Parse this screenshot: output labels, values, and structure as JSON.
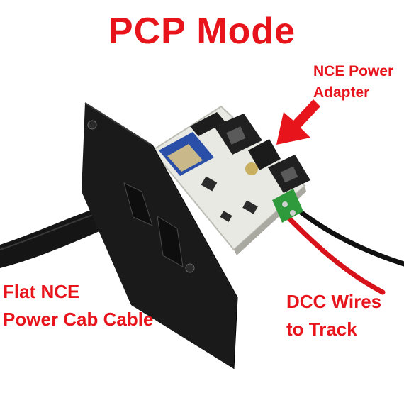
{
  "title": "PCP Mode",
  "callouts": {
    "nce_power_adapter": {
      "line1": "NCE Power",
      "line2": "Adapter"
    },
    "flat_cable": {
      "line1": "Flat NCE",
      "line2": "Power Cab Cable"
    },
    "dcc_wires": {
      "line1": "DCC Wires",
      "line2": "to Track"
    }
  },
  "colors": {
    "label_red": "#e8141c",
    "panel_black": "#1a1a1a",
    "board_white": "#e9e9e4",
    "wifi_module_blue": "#2a4fa8",
    "terminal_green": "#2f9a3c",
    "wire_red": "#d8121a",
    "wire_black": "#111111"
  },
  "icons": {
    "callout_arrow": "red-arrow-icon"
  }
}
